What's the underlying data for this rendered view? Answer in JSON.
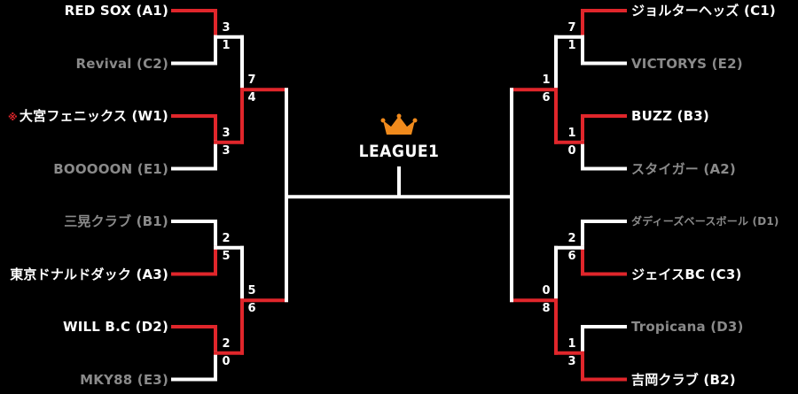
{
  "title": "LEAGUE1",
  "colors": {
    "winner_line": "#e0262b",
    "loser_line": "#ffffff",
    "winner_text": "#ffffff",
    "loser_text": "#8a8a8a",
    "crown": "#f08a1c"
  },
  "icon": "crown-icon",
  "left_teams": [
    {
      "name": "RED SOX (A1)",
      "status": "win"
    },
    {
      "name": "Revival (C2)",
      "status": "lose"
    },
    {
      "name": "大宮フェニックス (W1)",
      "status": "win",
      "mark": "※"
    },
    {
      "name": "BOOOOON (E1)",
      "status": "lose"
    },
    {
      "name": "三晃クラブ (B1)",
      "status": "lose"
    },
    {
      "name": "東京ドナルドダック (A3)",
      "status": "win"
    },
    {
      "name": "WILL B.C (D2)",
      "status": "win"
    },
    {
      "name": "MKY88 (E3)",
      "status": "lose"
    }
  ],
  "right_teams": [
    {
      "name": "ジョルターヘッズ (C1)",
      "status": "win"
    },
    {
      "name": "VICTORYS (E2)",
      "status": "lose"
    },
    {
      "name": "BUZZ (B3)",
      "status": "win"
    },
    {
      "name": "スタイガー (A2)",
      "status": "lose"
    },
    {
      "name": "ダディーズベースボール (D1)",
      "status": "lose"
    },
    {
      "name": "ジェイスBC (C3)",
      "status": "win"
    },
    {
      "name": "Tropicana (D3)",
      "status": "lose"
    },
    {
      "name": "吉岡クラブ (B2)",
      "status": "win"
    }
  ],
  "scores": {
    "left_r1": [
      [
        "3",
        "1"
      ],
      [
        "3",
        "3"
      ],
      [
        "2",
        "5"
      ],
      [
        "2",
        "0"
      ]
    ],
    "left_r2": [
      [
        "7",
        "4"
      ],
      [
        "5",
        "6"
      ]
    ],
    "right_r1": [
      [
        "7",
        "1"
      ],
      [
        "1",
        "0"
      ],
      [
        "2",
        "6"
      ],
      [
        "1",
        "3"
      ]
    ],
    "right_r2": [
      [
        "1",
        "6"
      ],
      [
        "0",
        "8"
      ]
    ]
  }
}
